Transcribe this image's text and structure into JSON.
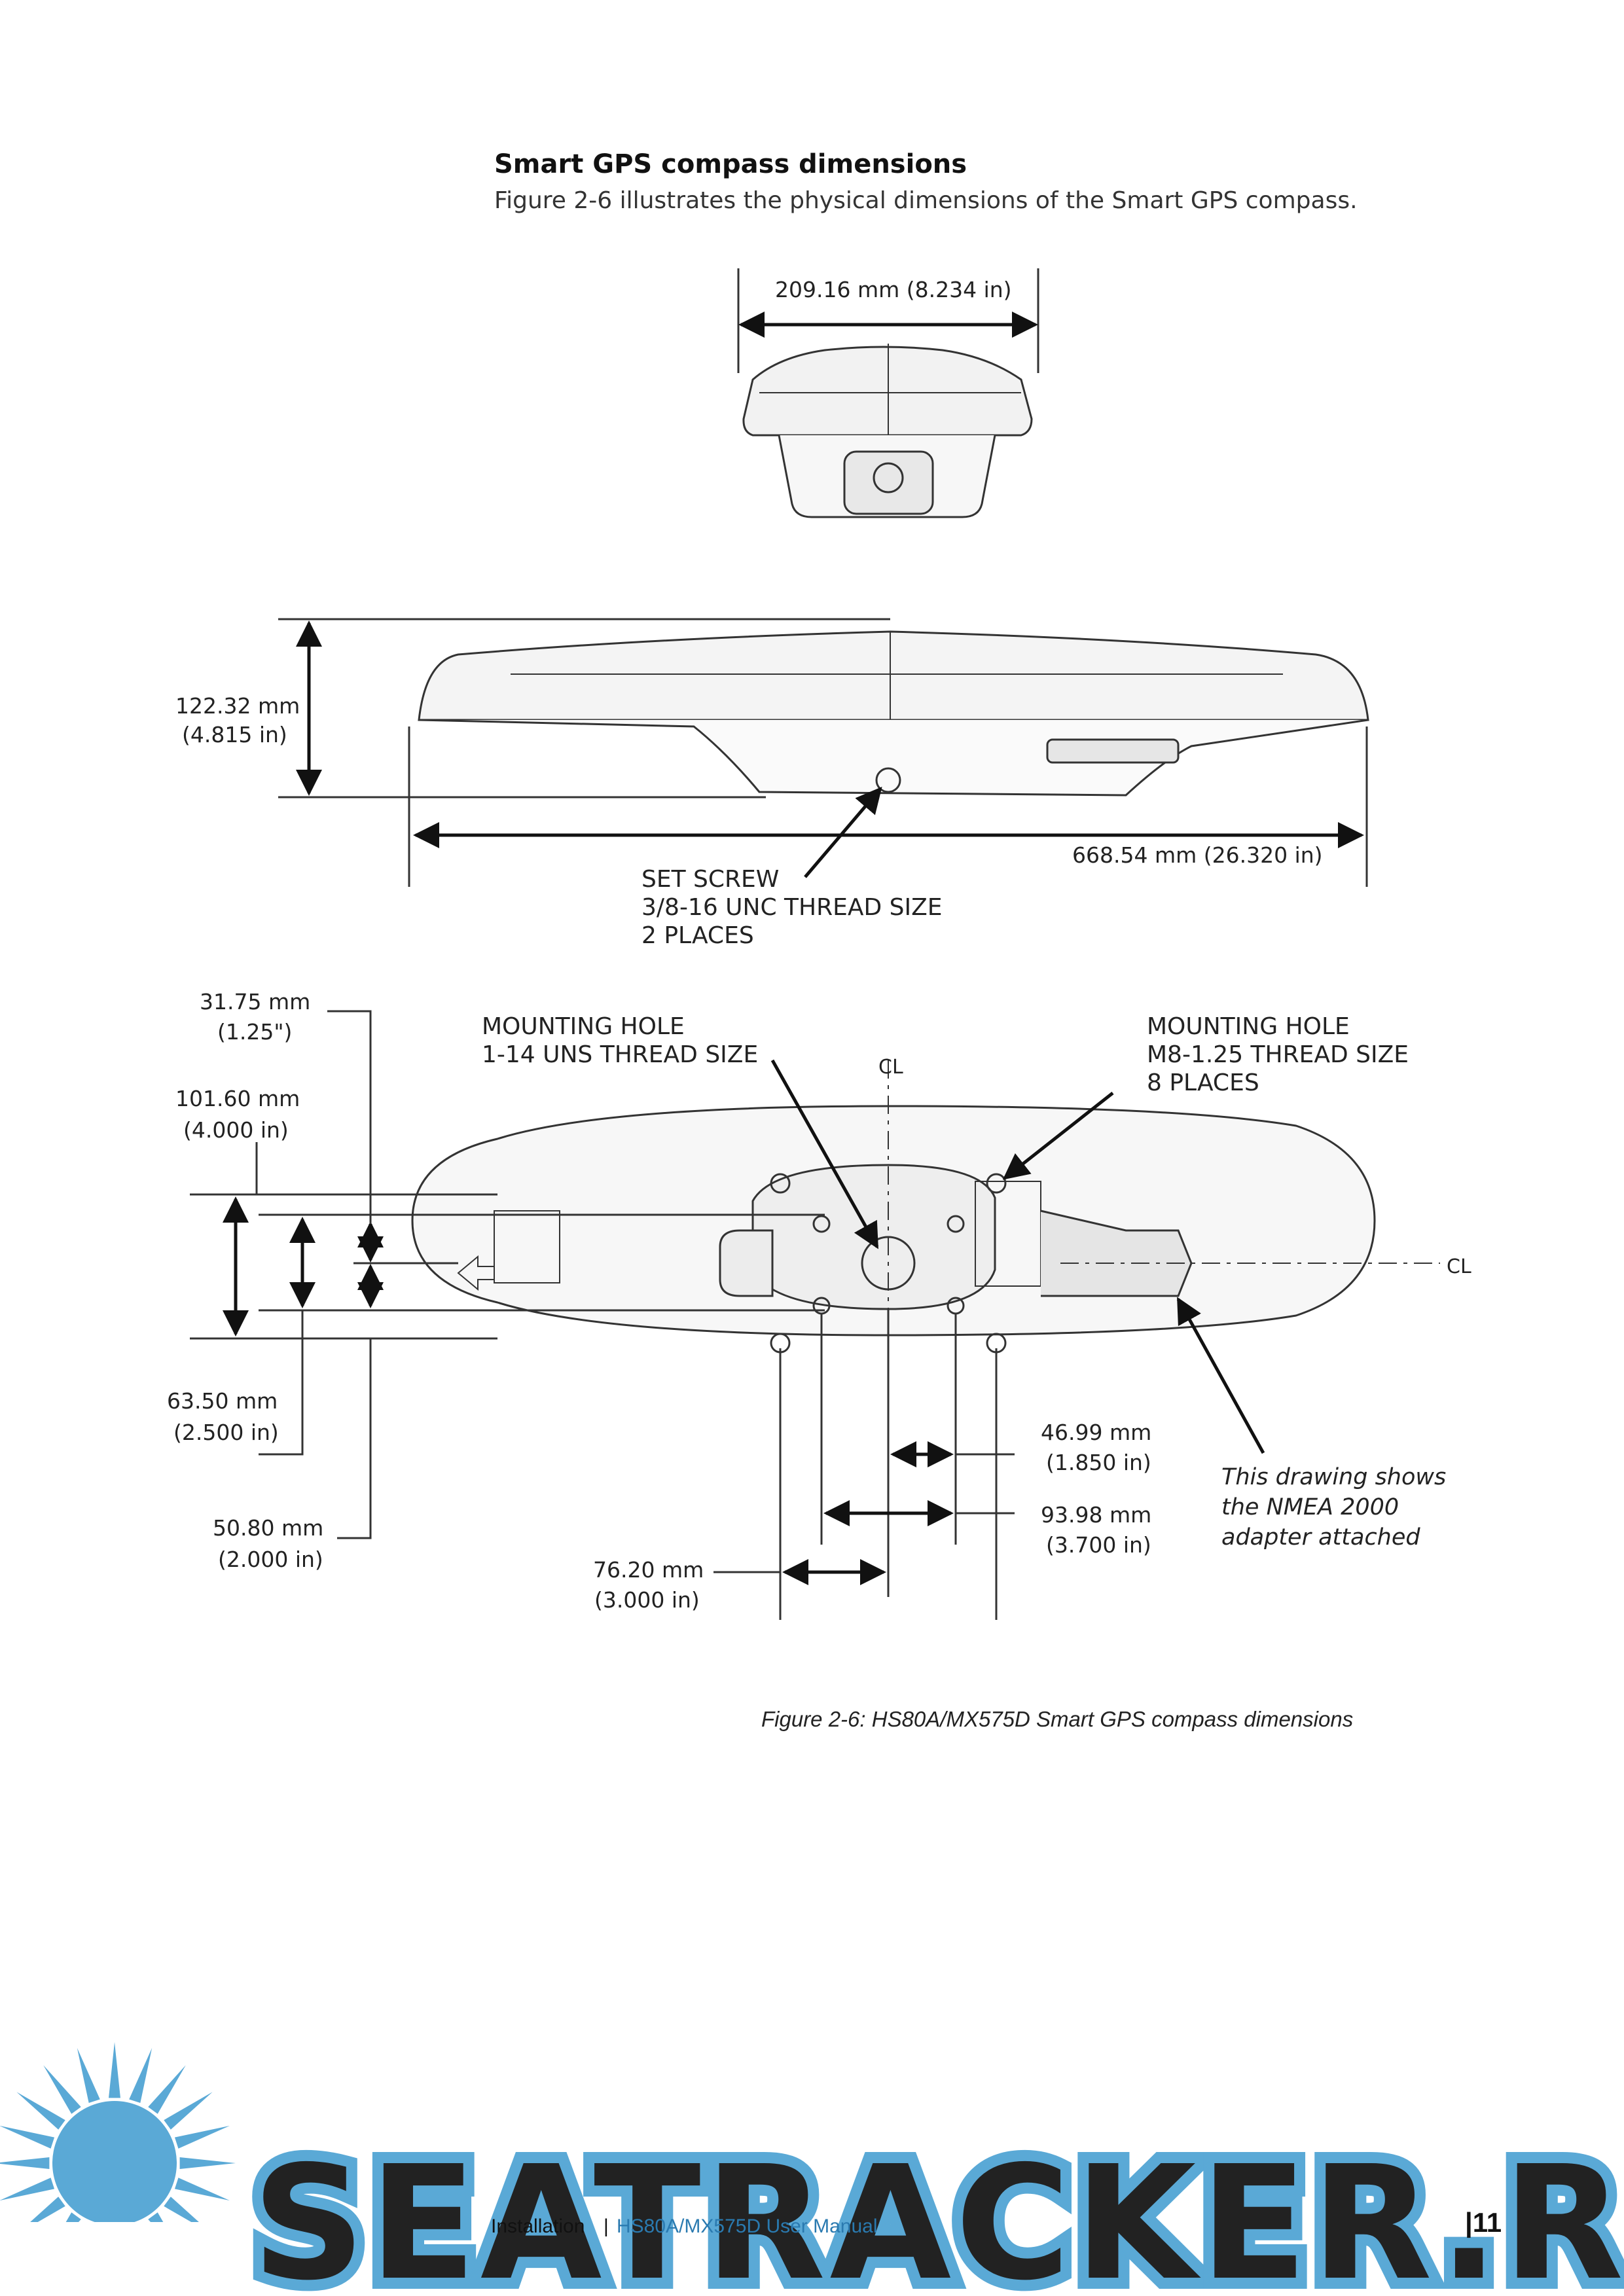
{
  "heading": "Smart GPS compass dimensions",
  "intro": "Figure 2-6 illustrates the physical dimensions of the Smart GPS compass.",
  "figure": {
    "front_width": "209.16 mm (8.234 in)",
    "height_mm": "122.32 mm",
    "height_in": "(4.815 in)",
    "length": "668.54 mm (26.320 in)",
    "set_screw": [
      "SET SCREW",
      "3/8-16 UNC THREAD SIZE",
      "2 PLACES"
    ],
    "mount_hole_left": [
      "MOUNTING HOLE",
      "1-14 UNS THREAD SIZE"
    ],
    "mount_hole_right": [
      "MOUNTING HOLE",
      "M8-1.25 THREAD SIZE",
      "8 PLACES"
    ],
    "d1_mm": "31.75 mm",
    "d1_in": "(1.25\")",
    "d2_mm": "101.60 mm",
    "d2_in": "(4.000 in)",
    "d3_mm": "63.50 mm",
    "d3_in": "(2.500 in)",
    "d4_mm": "50.80 mm",
    "d4_in": "(2.000 in)",
    "d5_mm": "46.99 mm",
    "d5_in": "(1.850 in)",
    "d6_mm": "93.98 mm",
    "d6_in": "(3.700 in)",
    "d7_mm": "76.20 mm",
    "d7_in": "(3.000 in)",
    "note": [
      "This drawing shows",
      "the NMEA 2000",
      "adapter attached"
    ],
    "centerline": "CL"
  },
  "caption": "Figure 2-6: HS80A/MX575D Smart GPS compass dimensions",
  "footer": {
    "watermark": "SEATRACKER.RU",
    "section": "Installation",
    "separator": "|",
    "manual": "HS80A/MX575D User Manual",
    "page": "|11",
    "watermark_color": "#5aa9d6"
  }
}
